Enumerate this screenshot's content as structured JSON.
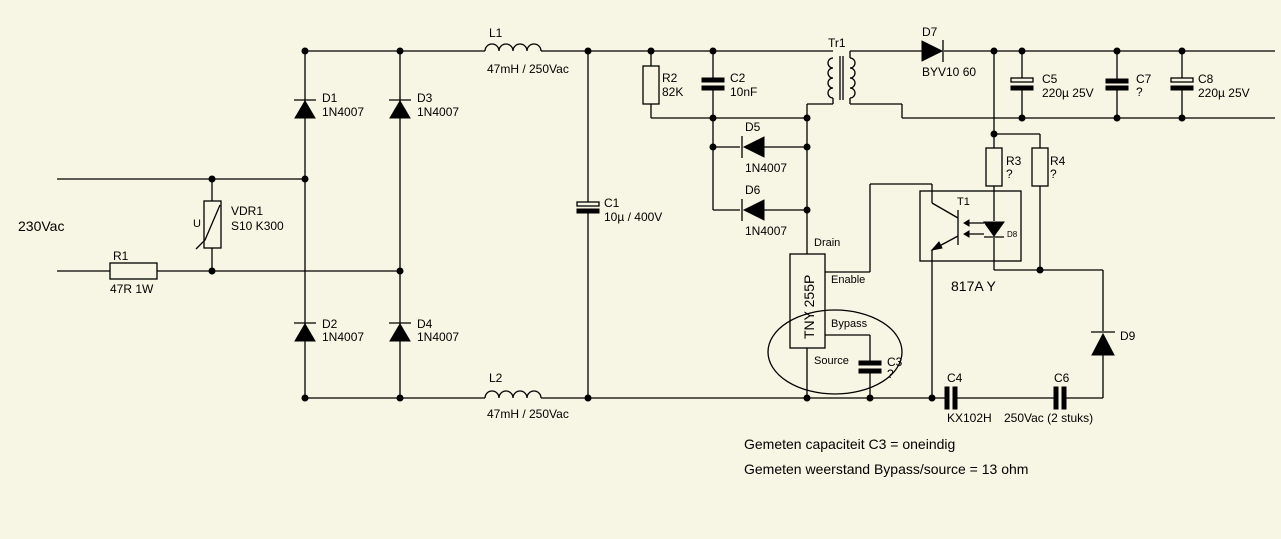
{
  "labels": {
    "input_voltage": "230Vac",
    "R1_name": "R1",
    "R1_value": "47R  1W",
    "VDR1_name": "VDR1",
    "VDR1_value": "S10 K300",
    "VDR1_u": "U",
    "D1_name": "D1",
    "D1_value": "1N4007",
    "D2_name": "D2",
    "D2_value": "1N4007",
    "D3_name": "D3",
    "D3_value": "1N4007",
    "D4_name": "D4",
    "D4_value": "1N4007",
    "L1_name": "L1",
    "L1_value": "47mH / 250Vac",
    "L2_name": "L2",
    "L2_value": "47mH / 250Vac",
    "C1_name": "C1",
    "C1_value": "10µ / 400V",
    "R2_name": "R2",
    "R2_value": "82K",
    "C2_name": "C2",
    "C2_value": "10nF",
    "Tr1_name": "Tr1",
    "D5_name": "D5",
    "D5_value": "1N4007",
    "D6_name": "D6",
    "D6_value": "1N4007",
    "D7_name": "D7",
    "D7_value": "BYV10 60",
    "C5_name": "C5",
    "C5_value": "220µ 25V",
    "C7_name": "C7",
    "C7_value": "?",
    "C8_name": "C8",
    "C8_value": "220µ 25V",
    "R3_name": "R3",
    "R3_value": "?",
    "R4_name": "R4",
    "R4_value": "?",
    "T1_name": "T1",
    "D8_name": "D8",
    "opto_name": "817A Y",
    "ic_name": "TNY 255P",
    "pin_drain": "Drain",
    "pin_enable": "Enable",
    "pin_bypass": "Bypass",
    "pin_source": "Source",
    "C3_name": "C3",
    "C3_value": "?",
    "C4_name": "C4",
    "C4_value": "KX102H",
    "C6_name": "C6",
    "C6_value": "250Vac (2 stuks)",
    "D9_name": "D9",
    "note1": "Gemeten capaciteit C3 = oneindig",
    "note2": "Gemeten weerstand Bypass/source = 13 ohm"
  },
  "colors": {
    "background": "#f7f5e3",
    "ink": "#000000"
  }
}
